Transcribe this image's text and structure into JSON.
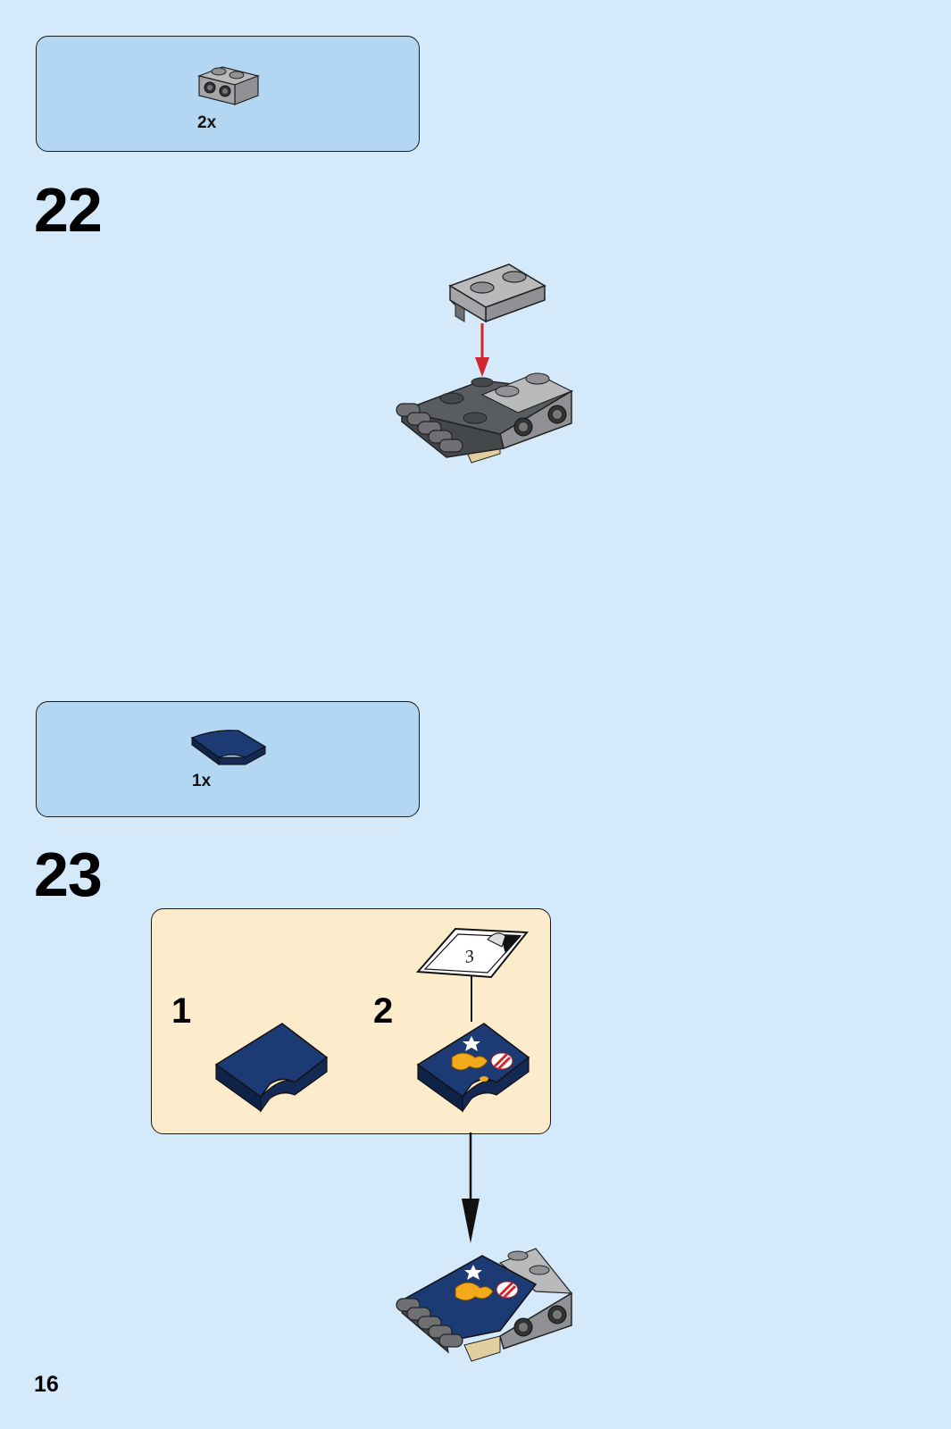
{
  "page": {
    "number": "16"
  },
  "steps": [
    {
      "number": "22",
      "parts": [
        {
          "qty": "2x",
          "part": "light gray bracket 1x2 - 2x2"
        }
      ]
    },
    {
      "number": "23",
      "parts": [
        {
          "qty": "1x",
          "part": "dark blue curved slope 2x2"
        }
      ],
      "substeps": [
        {
          "number": "1"
        },
        {
          "number": "2"
        }
      ],
      "sticker": {
        "number": "3"
      }
    }
  ],
  "colors": {
    "background": "#d4e9fa",
    "parts_box": "#b3d6f2",
    "substep_box": "#fdeccb",
    "arrow_red": "#d0262e",
    "dark_blue": "#1c3a73",
    "light_gray": "#a3a5a8",
    "dark_gray": "#595c60"
  }
}
